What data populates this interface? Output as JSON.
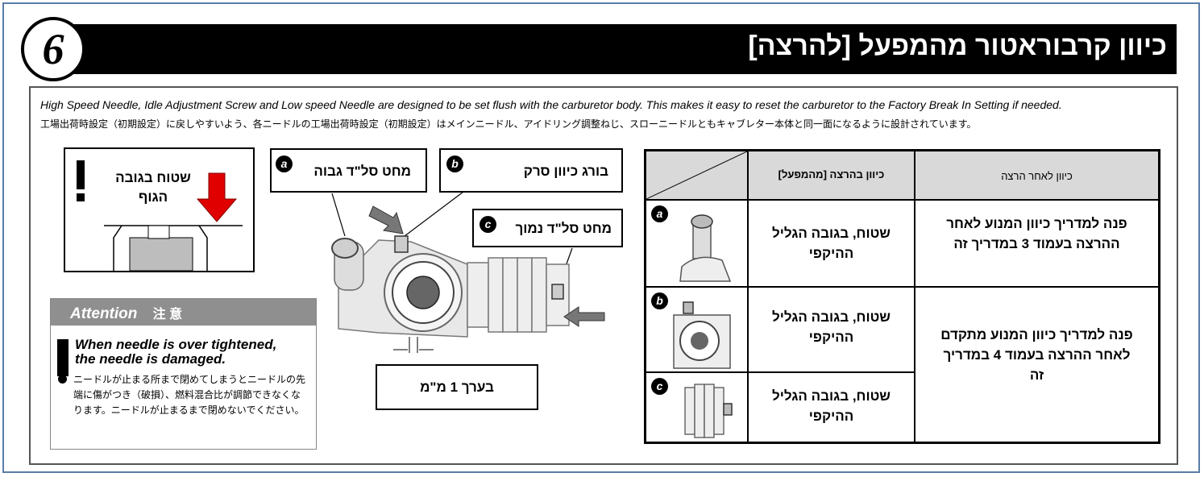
{
  "header": {
    "step_number": "6",
    "title": "כיוון קרבוראטור מהמפעל [להרצה]"
  },
  "intro": {
    "english": "High Speed Needle, Idle Adjustment Screw and Low speed Needle are designed to be set flush with the carburetor body. This makes it easy to reset the carburetor to the Factory Break In Setting if needed.",
    "japanese": "工場出荷時設定（初期設定）に戻しやすいよう、各ニードルの工場出荷時設定（初期設定）はメインニードル、アイドリング調整ねじ、スローニードルともキャブレター本体と同一面になるように設計されています。"
  },
  "flush_panel": {
    "label": "שטוח בגובה הגוף"
  },
  "callouts": {
    "a": {
      "letter": "a",
      "label": "מחט סל\"ד גבוה"
    },
    "b": {
      "letter": "b",
      "label": "בורג כיוון סרק"
    },
    "c": {
      "letter": "c",
      "label": "מחט סל\"ד נמוך"
    }
  },
  "measure": {
    "label": "בערך 1 מ\"מ"
  },
  "attention": {
    "title": "Attention",
    "title_jp": "注 意",
    "warning_en_line1": "When needle is over tightened,",
    "warning_en_line2": "the needle is damaged.",
    "warning_jp": "ニードルが止まる所まで閉めてしまうとニードルの先端に傷がつき（破損）、燃料混合比が調節できなくなります。ニードルが止まるまで閉めないでください。"
  },
  "table": {
    "col_setting": "כיוון בהרצה [מהמפעל]",
    "col_after": "כיוון לאחר הרצה",
    "rows": [
      {
        "letter": "a",
        "setting": "שטוח, בגובה הגליל ההיקפי"
      },
      {
        "letter": "b",
        "setting": "שטוח, בגובה הגליל ההיקפי"
      },
      {
        "letter": "c",
        "setting": "שטוח, בגובה הגליל ההיקפי"
      }
    ],
    "after_a": "פנה למדריך כיוון המנוע לאחר ההרצה בעמוד 3 במדריך זה",
    "after_bc": "פנה למדריך כיוון המנוע מתקדם לאחר ההרצה בעמוד 4 במדריך זה"
  },
  "colors": {
    "frame": "#5a7da8",
    "arrow_red": "#e00000",
    "header_bg": "#000000",
    "table_header_bg": "#d9d9d9"
  }
}
